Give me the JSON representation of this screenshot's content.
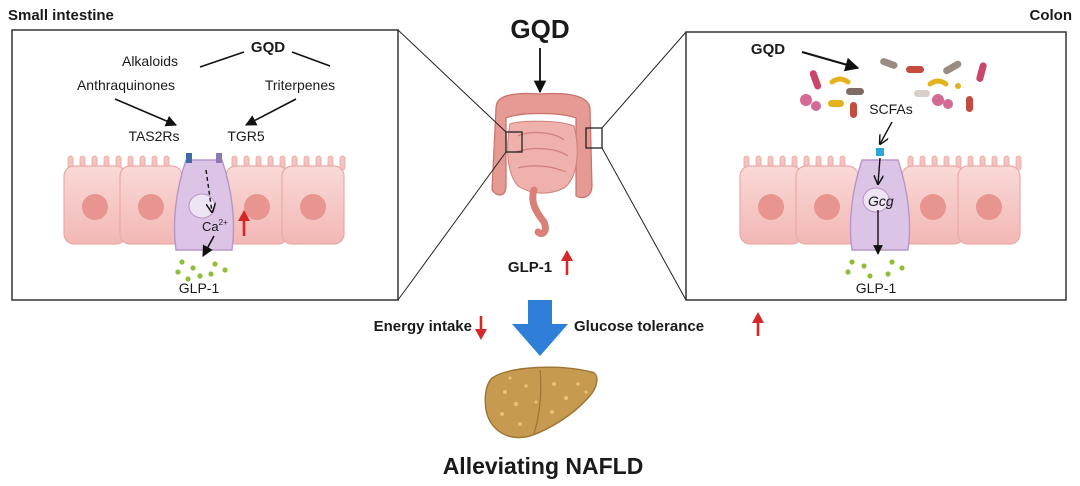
{
  "header": {
    "left_title": "Small intestine",
    "right_title": "Colon",
    "center_title": "GQD"
  },
  "small_intestine": {
    "gqd": "GQD",
    "alkaloids": "Alkaloids",
    "anthraquinones": "Anthraquinones",
    "triterpenes": "Triterpenes",
    "receptor_1": "TAS2Rs",
    "receptor_2": "TGR5",
    "calcium": "Ca",
    "calcium_sup": "2+",
    "hormone": "GLP-1"
  },
  "colon": {
    "gqd": "GQD",
    "scfas": "SCFAs",
    "gene": "Gcg",
    "hormone": "GLP-1"
  },
  "center": {
    "hormone_label": "GLP-1",
    "energy_intake": "Energy intake",
    "glucose_tolerance": "Glucose tolerance",
    "outcome": "Alleviating NAFLD"
  },
  "colors": {
    "up_arrow": "#d62728",
    "down_arrow": "#d62728",
    "big_arrow": "#2f7fd8",
    "cell_fill": "#f6c9c6",
    "nucleus": "#e7908d",
    "eec_cell": "#dcc4e6",
    "glp_granule": "#8fbf3a",
    "intestine": "#e69a94",
    "liver": "#c69a4f"
  }
}
